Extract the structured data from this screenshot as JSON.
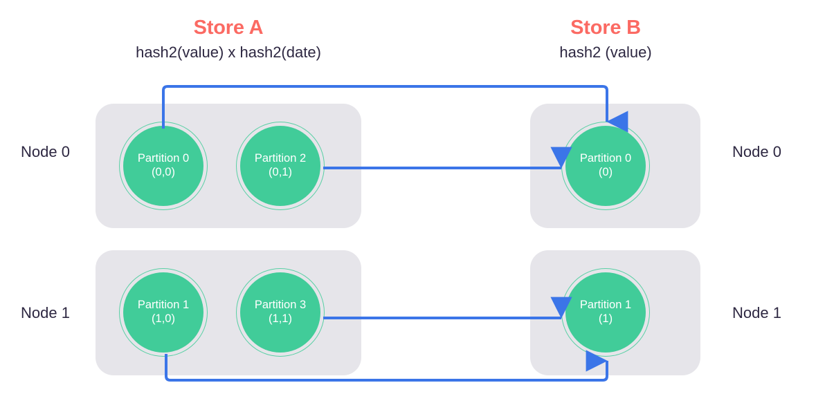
{
  "diagram": {
    "title": "Partition mapping between Store A and Store B across two nodes",
    "colors": {
      "accent_title": "#FB6A63",
      "text": "#2D2741",
      "panel_bg": "#E6E5EA",
      "partition_fill": "#41CC99",
      "partition_ring": "#58D0A4",
      "arrow": "#3B75E8",
      "page_bg": "#FFFFFF"
    }
  },
  "stores": {
    "a": {
      "title": "Store A",
      "subtitle": "hash2(value) x hash2(date)"
    },
    "b": {
      "title": "Store B",
      "subtitle": "hash2 (value)"
    }
  },
  "node_labels": {
    "left": [
      {
        "label": "Node 0"
      },
      {
        "label": "Node 1"
      }
    ],
    "right": [
      {
        "label": "Node 0"
      },
      {
        "label": "Node 1"
      }
    ]
  },
  "partitions": {
    "store_a": [
      {
        "id": "a0",
        "name": "Partition 0",
        "key": "(0,0)",
        "node": "Node 0"
      },
      {
        "id": "a2",
        "name": "Partition 2",
        "key": "(0,1)",
        "node": "Node 0"
      },
      {
        "id": "a1",
        "name": "Partition 1",
        "key": "(1,0)",
        "node": "Node 1"
      },
      {
        "id": "a3",
        "name": "Partition 3",
        "key": "(1,1)",
        "node": "Node 1"
      }
    ],
    "store_b": [
      {
        "id": "b0",
        "name": "Partition 0",
        "key": "(0)",
        "node": "Node 0"
      },
      {
        "id": "b1",
        "name": "Partition 1",
        "key": "(1)",
        "node": "Node 1"
      }
    ]
  },
  "arrows": [
    {
      "id": "a0-to-b0",
      "from": "Partition 0 (0,0)",
      "to": "Partition 0 (0)",
      "route": "over-top"
    },
    {
      "id": "a2-to-b0",
      "from": "Partition 2 (0,1)",
      "to": "Partition 0 (0)",
      "route": "straight"
    },
    {
      "id": "a3-to-b1",
      "from": "Partition 3 (1,1)",
      "to": "Partition 1 (1)",
      "route": "straight"
    },
    {
      "id": "a1-to-b1",
      "from": "Partition 1 (1,0)",
      "to": "Partition 1 (1)",
      "route": "under-bottom"
    }
  ]
}
